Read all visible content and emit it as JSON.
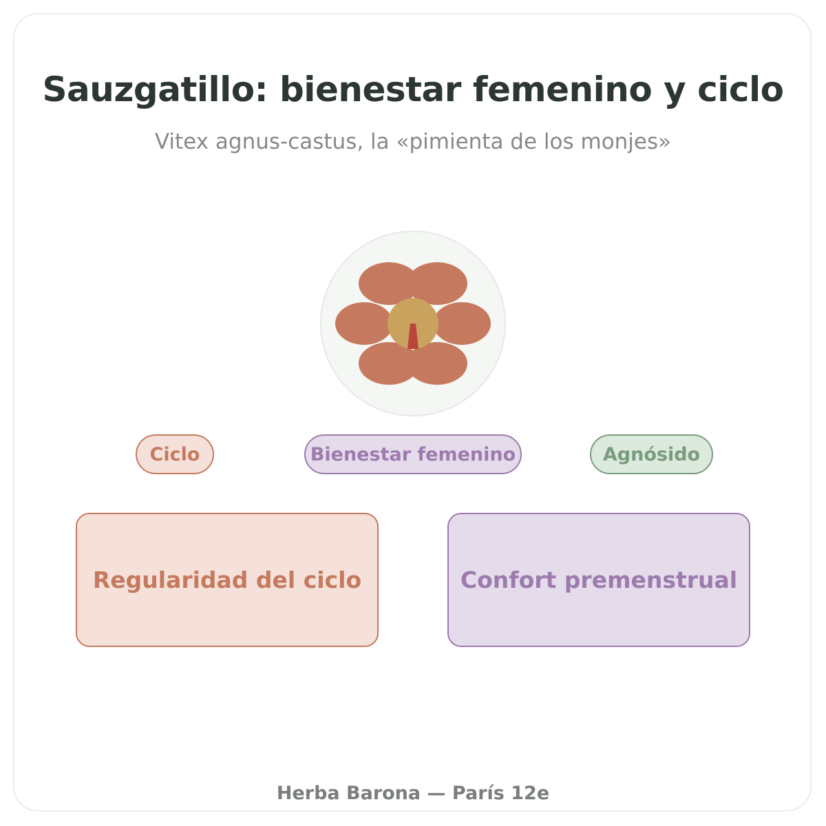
{
  "header": {
    "title": "Sauzgatillo: bienestar femenino y ciclo",
    "subtitle": "Vitex agnus-castus, la «pimienta de los monjes»"
  },
  "emblem": {
    "icon": "flower-icon",
    "petal_color": "#c57a5f",
    "center_color": "#c9a35e",
    "pistil_color": "#b8463a",
    "background_color": "#f5f7f4"
  },
  "tags": [
    {
      "label": "Ciclo",
      "color": "#c57a5f"
    },
    {
      "label": "Bienestar femenino",
      "color": "#9d7bad"
    },
    {
      "label": "Agnósido",
      "color": "#7a9c7e"
    }
  ],
  "benefits": [
    {
      "label": "Regularidad del ciclo",
      "color": "#c57a5f"
    },
    {
      "label": "Confort premenstrual",
      "color": "#9d7bad"
    }
  ],
  "footer": {
    "text": "Herba Barona — París 12e"
  }
}
